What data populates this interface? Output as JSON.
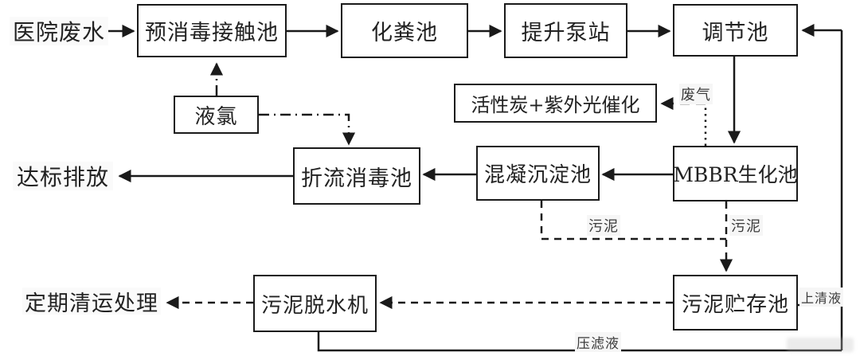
{
  "diagram": {
    "boxes": {
      "pre_disinfection": "预消毒接触池",
      "septic_tank": "化粪池",
      "lift_pump_station": "提升泵站",
      "regulating_tank": "调节池",
      "liquid_chlorine": "液氯",
      "activated_carbon_uv": "活性炭+紫外光催化",
      "baffled_disinfection": "折流消毒池",
      "coagulation_sedimentation": "混凝沉淀池",
      "mbbr_tank": "MBBR生化池",
      "sludge_dewatering": "污泥脱水机",
      "sludge_storage": "污泥贮存池"
    },
    "terminals": {
      "hospital_wastewater": "医院废水",
      "standard_discharge": "达标排放",
      "periodic_disposal": "定期清运处理"
    },
    "edge_labels": {
      "waste_gas": "废气",
      "sludge_1": "污泥",
      "sludge_2": "污泥",
      "supernatant": "上清液",
      "filtrate": "压滤液"
    },
    "edges": [
      {
        "from": "医院废水",
        "to": "预消毒接触池",
        "style": "solid"
      },
      {
        "from": "液氯",
        "to": "预消毒接触池",
        "style": "dash-dot"
      },
      {
        "from": "预消毒接触池",
        "to": "化粪池",
        "style": "solid"
      },
      {
        "from": "化粪池",
        "to": "提升泵站",
        "style": "solid"
      },
      {
        "from": "提升泵站",
        "to": "调节池",
        "style": "solid"
      },
      {
        "from": "调节池",
        "to": "MBBR生化池",
        "style": "solid"
      },
      {
        "from": "MBBR生化池",
        "to": "活性炭+紫外光催化",
        "style": "dashed",
        "label": "废气"
      },
      {
        "from": "MBBR生化池",
        "to": "混凝沉淀池",
        "style": "solid"
      },
      {
        "from": "混凝沉淀池",
        "to": "折流消毒池",
        "style": "solid"
      },
      {
        "from": "液氯",
        "to": "折流消毒池",
        "style": "dash-dot"
      },
      {
        "from": "折流消毒池",
        "to": "达标排放",
        "style": "solid"
      },
      {
        "from": "混凝沉淀池",
        "to": "污泥贮存池",
        "style": "dashed",
        "label": "污泥"
      },
      {
        "from": "MBBR生化池",
        "to": "污泥贮存池",
        "style": "dashed",
        "label": "污泥"
      },
      {
        "from": "污泥贮存池",
        "to": "污泥脱水机",
        "style": "dashed"
      },
      {
        "from": "污泥脱水机",
        "to": "定期清运处理",
        "style": "dashed"
      },
      {
        "from": "污泥贮存池",
        "to": "调节池",
        "style": "solid",
        "label": "上清液"
      },
      {
        "from": "污泥脱水机",
        "to": "调节池",
        "style": "solid",
        "label": "压滤液"
      }
    ],
    "colors": {
      "line": "#1a1a1a",
      "background": "#ffffff",
      "text": "#222222"
    }
  }
}
